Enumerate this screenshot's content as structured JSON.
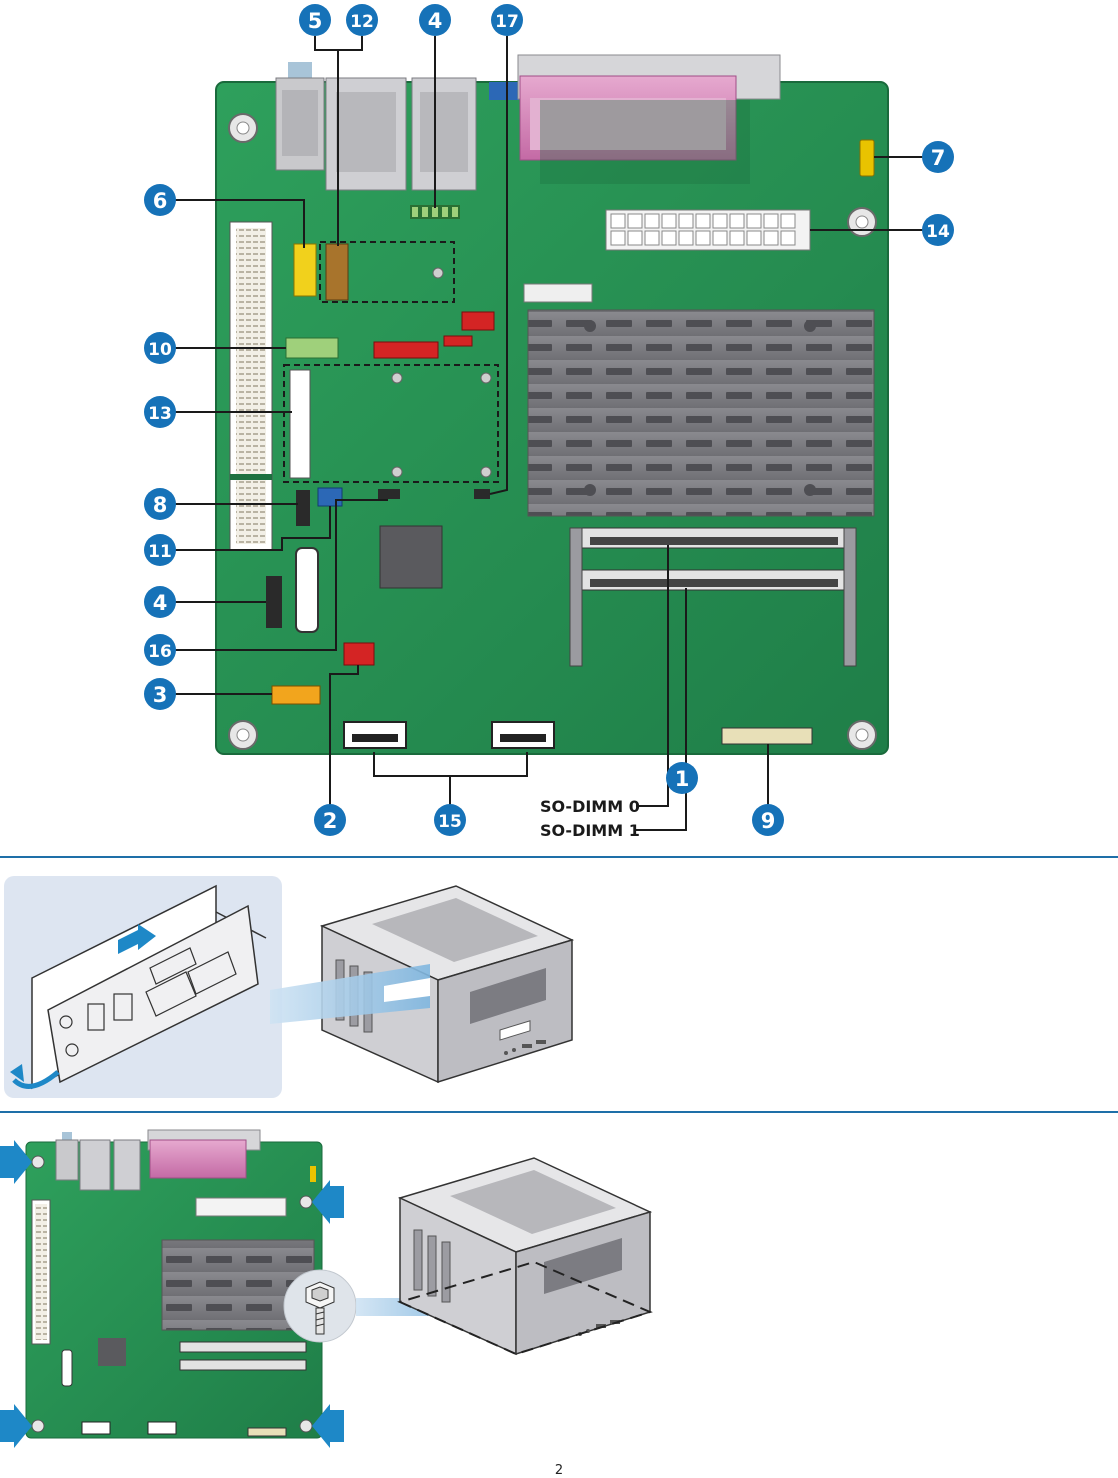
{
  "callouts": [
    "1",
    "2",
    "3",
    "4",
    "5",
    "6",
    "7",
    "8",
    "9",
    "10",
    "11",
    "12",
    "13",
    "14",
    "15",
    "16",
    "17"
  ],
  "slots": {
    "dimm0": "SO-DIMM 0",
    "dimm1": "SO-DIMM 1"
  },
  "page_number": "2",
  "colors": {
    "board": "#2f9a5a",
    "callout": "#1672b8",
    "arrow": "#1e88c7",
    "divider": "#1e6fa8"
  }
}
